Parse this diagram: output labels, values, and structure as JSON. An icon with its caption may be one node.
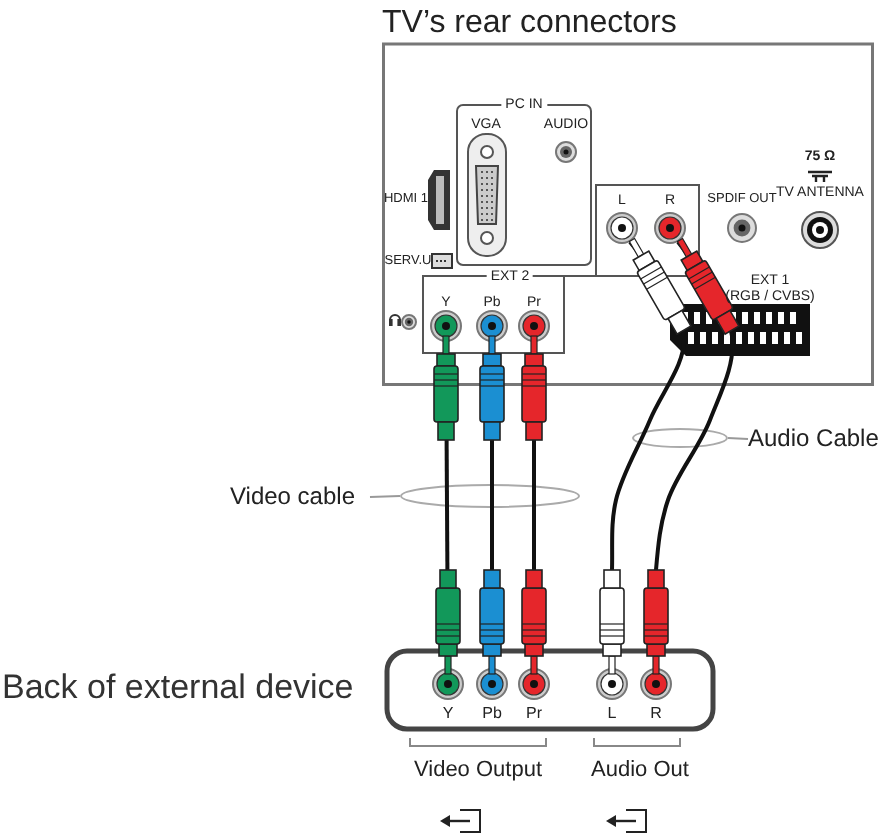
{
  "diagram": {
    "nodes": [
      {
        "text": [
          "TV’s rear connectors"
        ]
      },
      {
        "text": [
          "PC IN",
          "VGA",
          "AUDIO"
        ],
        "in": 0
      },
      {
        "text": [
          "EXT 2",
          "L",
          "R",
          "Y",
          "Pb",
          "Pr"
        ],
        "in": 0
      },
      {
        "text": [],
        "shape": "circle",
        "in": 2
      },
      {
        "text": [],
        "shape": "circle",
        "in": 2
      },
      {
        "text": [],
        "shape": "circle",
        "in": 2
      },
      {
        "text": [],
        "shape": "circle",
        "in": 2
      },
      {
        "text": [],
        "shape": "circle",
        "in": 2
      },
      {
        "text": [
          "Y",
          "Pb",
          "Pr",
          "L",
          "R"
        ],
        "beside": [
          "Back of external device"
        ]
      },
      {
        "text": [],
        "shape": "circle",
        "in": 8
      },
      {
        "text": [],
        "shape": "circle",
        "in": 8
      },
      {
        "text": [],
        "shape": "circle",
        "in": 8
      },
      {
        "text": [],
        "shape": "circle",
        "in": 8
      },
      {
        "text": [],
        "shape": "circle",
        "in": 8
      },
      {
        "text": [
          "Video cable"
        ]
      },
      {
        "text": [],
        "shape": "ellipse"
      },
      {
        "text": [
          "Audio Cable"
        ]
      },
      {
        "text": [],
        "shape": "ellipse"
      }
    ],
    "edges": [
      {
        "from": 9,
        "to": 5,
        "arrow": "none"
      },
      {
        "from": 10,
        "to": 6,
        "arrow": "none"
      },
      {
        "from": 11,
        "to": 7,
        "arrow": "none"
      },
      {
        "from": 12,
        "to": 3,
        "arrow": "none"
      },
      {
        "from": 13,
        "to": 4,
        "arrow": "none"
      },
      {
        "from": 14,
        "to": 15,
        "arrow": "none",
        "color": "#999999"
      },
      {
        "from": 16,
        "to": 17,
        "arrow": "none",
        "color": "#999999"
      }
    ],
    "labels": [
      "HDMI 1",
      "SERV.U",
      "SPDIF OUT",
      "75 Ω",
      "TV ANTENNA",
      "EXT 1",
      "(RGB / CVBS)",
      "Video Output",
      "Audio Out"
    ]
  }
}
